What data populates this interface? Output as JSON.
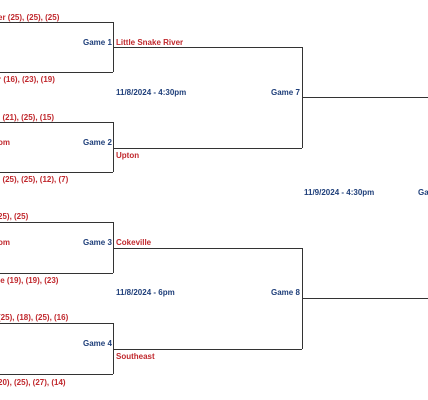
{
  "bracket": {
    "round1": [
      {
        "game": "Game 1",
        "top_score": "er (25), (25), (25)",
        "bottom_score": "r (16), (23), (19)",
        "winner": "Little Snake River"
      },
      {
        "game": "Game 2",
        "top_score": ", (21), (25), (15)",
        "top_name": "om",
        "bottom_score": ", (25), (25), (12), (7)",
        "winner": "Upton"
      },
      {
        "game": "Game 3",
        "top_score": "25), (25)",
        "top_name": "om",
        "bottom_score": "ie (19), (19), (23)",
        "winner": "Cokeville"
      },
      {
        "game": "Game 4",
        "top_score": "(25), (18), (25), (16)",
        "bottom_score": "20), (25), (27), (14)",
        "winner": "Southeast"
      }
    ],
    "round2": [
      {
        "game": "Game 7",
        "time": "11/8/2024 - 4:30pm"
      },
      {
        "game": "Game 8",
        "time": "11/8/2024 - 6pm"
      }
    ],
    "final": {
      "time": "11/9/2024 - 4:30pm",
      "game": "Ga"
    }
  }
}
